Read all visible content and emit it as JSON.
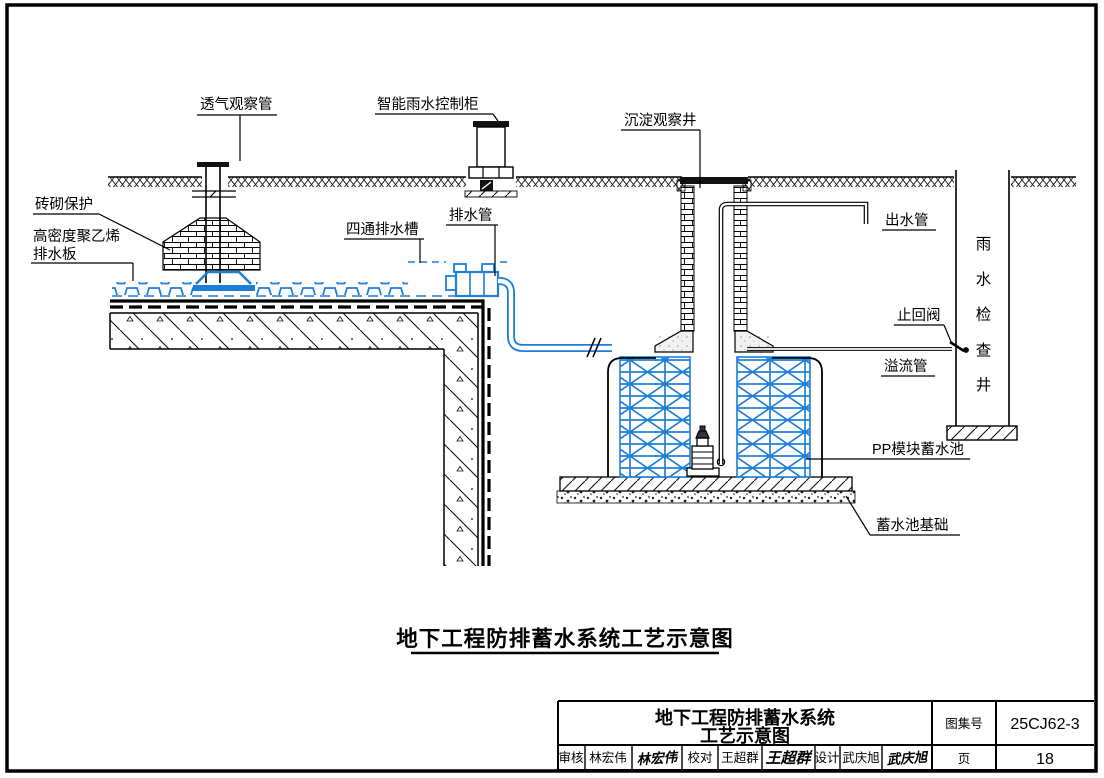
{
  "page": {
    "accent_blue": "#1E7FD9",
    "line_color": "#000000"
  },
  "diagram": {
    "caption": "地下工程防排蓄水系统工艺示意图",
    "labels": {
      "vent_pipe": "透气观察管",
      "control_cabinet": "智能雨水控制柜",
      "sediment_well": "沉淀观察井",
      "brick_protection": "砖砌保护",
      "hdpe_board_line1": "高密度聚乙烯",
      "hdpe_board_line2": "排水板",
      "four_way_channel": "四通排水槽",
      "drain_pipe": "排水管",
      "outlet_pipe": "出水管",
      "rain_inspection_well": "雨水检查井",
      "check_valve": "止回阀",
      "overflow_pipe": "溢流管",
      "pp_module_tank": "PP模块蓄水池",
      "tank_foundation": "蓄水池基础"
    }
  },
  "title_block": {
    "title_line1": "地下工程防排蓄水系统",
    "title_line2": "工艺示意图",
    "atlas_no_label": "图集号",
    "atlas_no": "25CJ62-3",
    "page_label": "页",
    "page_no": "18",
    "review_label": "审核",
    "reviewer": "林宏伟",
    "reviewer_signature": "林宏伟",
    "proof_label": "校对",
    "proofreader": "王超群",
    "proofreader_signature": "王超群",
    "design_label": "设计",
    "designer": "武庆旭",
    "designer_signature": "武庆旭"
  }
}
